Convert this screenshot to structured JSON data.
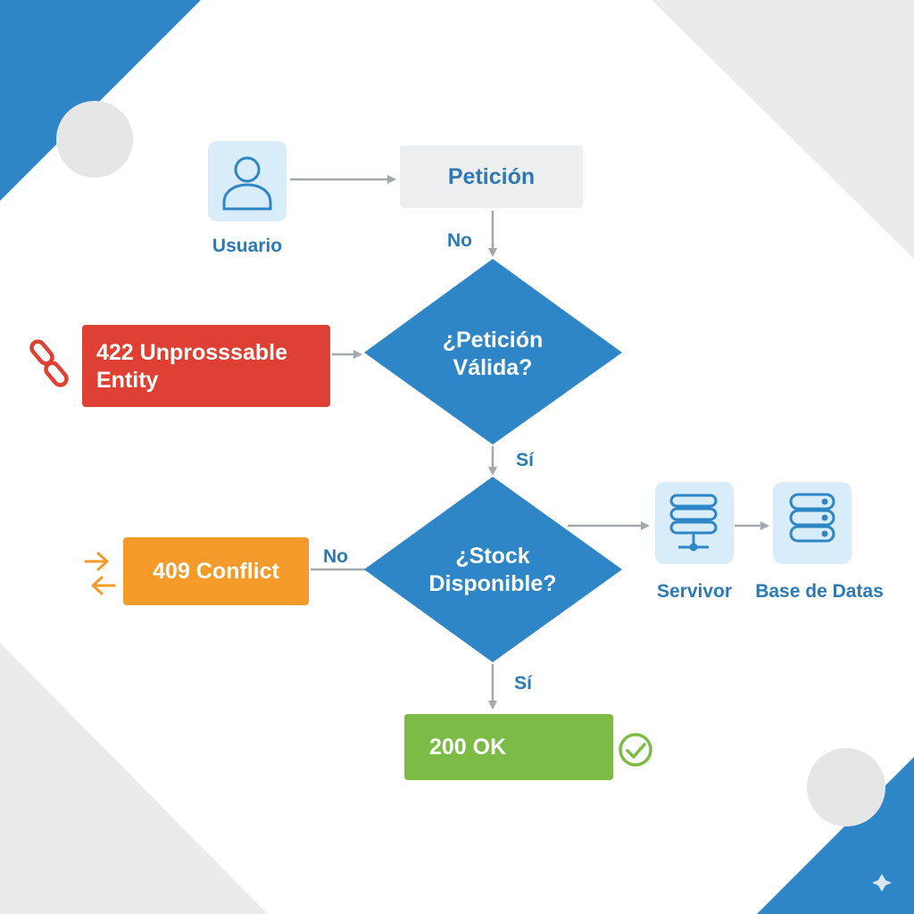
{
  "nodes": {
    "usuario": {
      "label": "Usuario",
      "icon": "user-icon"
    },
    "peticion": {
      "label": "Petición"
    },
    "decision_valida": {
      "label_line1": "¿Petición",
      "label_line2": "Válida?"
    },
    "error_422": {
      "label_line1": "422 Unprosssable",
      "label_line2": "Entity",
      "icon": "broken-link-icon"
    },
    "decision_stock": {
      "label_line1": "¿Stock",
      "label_line2": "Disponible?"
    },
    "conflict_409": {
      "label": "409 Conflict",
      "icon": "swap-arrows-icon"
    },
    "servidor": {
      "label": "Servivor",
      "icon": "server-network-icon"
    },
    "base_datos": {
      "label": "Base de Datas",
      "icon": "database-icon"
    },
    "ok_200": {
      "label": "200 OK",
      "icon": "check-circle-icon"
    }
  },
  "edges": {
    "peticion_to_valida": {
      "label": "No"
    },
    "valida_to_stock": {
      "label": "Sí"
    },
    "stock_to_409": {
      "label": "No"
    },
    "stock_to_200": {
      "label": "Sí"
    }
  },
  "decor": {
    "sparkle_icon": "sparkle-icon"
  },
  "colors": {
    "primary_blue": "#2f86c6",
    "label_blue": "#2a7ab8",
    "icon_tile": "#d9ecf9",
    "request_box": "#eceeef",
    "error_red": "#de4133",
    "conflict_orange": "#f39a2b",
    "ok_green": "#7cbc46",
    "arrow_gray": "#a3a8ad",
    "corner_gray": "#ebebeb"
  }
}
